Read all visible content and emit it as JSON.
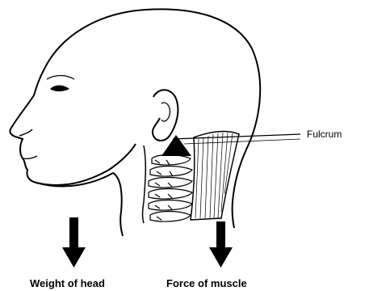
{
  "labels": {
    "fulcrum": "Fulcrum",
    "weight_of_head": "Weight of head",
    "force_of_muscle": "Force of muscle"
  },
  "colors": {
    "ink": "#000000",
    "background": "#ffffff"
  }
}
